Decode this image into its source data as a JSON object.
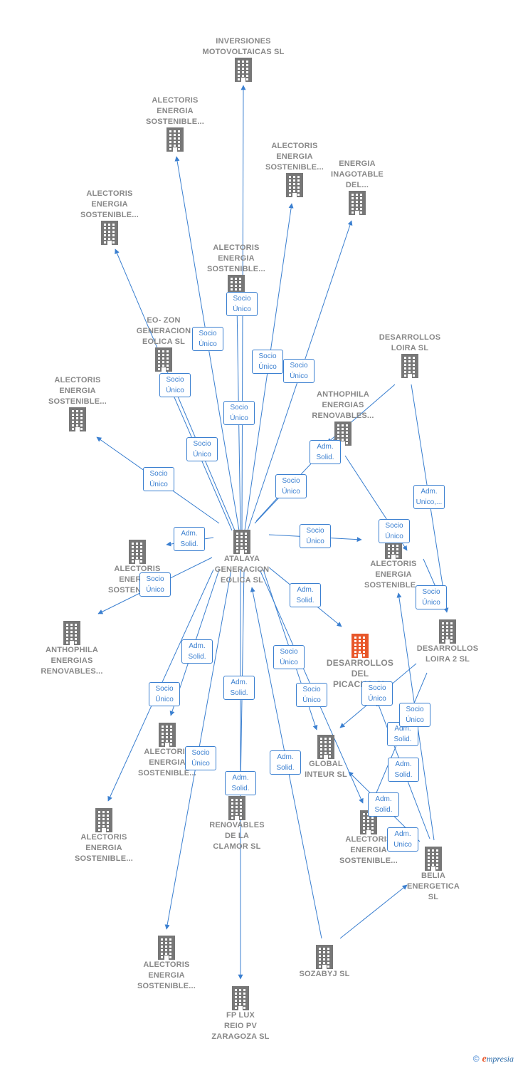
{
  "colors": {
    "edge": "#3a7fd0",
    "node": "#777777",
    "focus": "#e8572a",
    "label": "#888888"
  },
  "nodes": [
    {
      "id": "inversiones",
      "label": "INVERSIONES\nMOTOVOLTAICAS SL"
    },
    {
      "id": "alectoris1",
      "label": "ALECTORIS\nENERGIA\nSOSTENIBLE..."
    },
    {
      "id": "alectoris2",
      "label": "ALECTORIS\nENERGIA\nSOSTENIBLE..."
    },
    {
      "id": "energia_inagotable",
      "label": "ENERGIA\nINAGOTABLE\nDEL..."
    },
    {
      "id": "alectoris3",
      "label": "ALECTORIS\nENERGIA\nSOSTENIBLE..."
    },
    {
      "id": "alectoris4",
      "label": "ALECTORIS\nENERGIA\nSOSTENIBLE..."
    },
    {
      "id": "eozon",
      "label": "EO- ZON\nGENERACION\nEOLICA SL"
    },
    {
      "id": "desarrollos_loira",
      "label": "DESARROLLOS\nLOIRA SL"
    },
    {
      "id": "alectoris5",
      "label": "ALECTORIS\nENERGIA\nSOSTENIBLE..."
    },
    {
      "id": "anthophila1",
      "label": "ANTHOPHILA\nENERGIAS\nRENOVABLES..."
    },
    {
      "id": "atalaya",
      "label": "ATALAYA\nGENERACION\nEOLICA SL"
    },
    {
      "id": "alectoris6",
      "label": "ALECTORIS\nENERGIA\nSOSTENIBLE..."
    },
    {
      "id": "alectoris7",
      "label": "ALECTORIS\nENERGIA\nSOSTENIBLE..."
    },
    {
      "id": "anthophila2",
      "label": "ANTHOPHILA\nENERGIAS\nRENOVABLES..."
    },
    {
      "id": "desarrollos_picacho",
      "label": "DESARROLLOS\nDEL\nPICACHO SL"
    },
    {
      "id": "desarrollos_loira2",
      "label": "DESARROLLOS\nLOIRA 2 SL"
    },
    {
      "id": "alectoris8",
      "label": "ALECTORIS\nENERGIA\nSOSTENIBLE..."
    },
    {
      "id": "global_inteur",
      "label": "GLOBAL\nINTEUR SL"
    },
    {
      "id": "alectoris9",
      "label": "ALECTORIS\nENERGIA\nSOSTENIBLE..."
    },
    {
      "id": "renovables_clamor",
      "label": "RENOVABLES\nDE LA\nCLAMOR SL"
    },
    {
      "id": "alectoris10",
      "label": "ALECTORIS\nENERGIA\nSOSTENIBLE..."
    },
    {
      "id": "belia",
      "label": "BELIA\nENERGETICA\nSL"
    },
    {
      "id": "alectoris11",
      "label": "ALECTORIS\nENERGIA\nSOSTENIBLE..."
    },
    {
      "id": "sozabyj",
      "label": "SOZABYJ SL"
    },
    {
      "id": "fplux",
      "label": "FP LUX\nREIO PV\nZARAGOZA SL"
    }
  ],
  "edge_labels": [
    {
      "l1": "Socio",
      "l2": "Único"
    },
    {
      "l1": "Socio",
      "l2": "Único"
    },
    {
      "l1": "Socio",
      "l2": "Único"
    },
    {
      "l1": "Socio",
      "l2": "Único"
    },
    {
      "l1": "Socio",
      "l2": "Único"
    },
    {
      "l1": "Socio",
      "l2": "Único"
    },
    {
      "l1": "Socio",
      "l2": "Único"
    },
    {
      "l1": "Socio",
      "l2": "Único"
    },
    {
      "l1": "Adm.",
      "l2": "Solid."
    },
    {
      "l1": "Socio",
      "l2": "Único"
    },
    {
      "l1": "Adm.",
      "l2": "Unico,..."
    },
    {
      "l1": "Socio",
      "l2": "Único"
    },
    {
      "l1": "Socio",
      "l2": "Único"
    },
    {
      "l1": "Adm.",
      "l2": "Solid."
    },
    {
      "l1": "Socio",
      "l2": "Único"
    },
    {
      "l1": "Socio",
      "l2": "Único"
    },
    {
      "l1": "Adm.",
      "l2": "Solid."
    },
    {
      "l1": "Adm.",
      "l2": "Solid."
    },
    {
      "l1": "Socio",
      "l2": "Único"
    },
    {
      "l1": "Socio",
      "l2": "Único"
    },
    {
      "l1": "Socio",
      "l2": "Único"
    },
    {
      "l1": "Socio",
      "l2": "Único"
    },
    {
      "l1": "Adm.",
      "l2": "Solid."
    },
    {
      "l1": "Adm.",
      "l2": "Solid."
    },
    {
      "l1": "Adm.",
      "l2": "Solid."
    },
    {
      "l1": "Socio",
      "l2": "Único"
    },
    {
      "l1": "Adm.",
      "l2": "Solid."
    },
    {
      "l1": "Socio",
      "l2": "Único"
    },
    {
      "l1": "Adm.",
      "l2": "Solid."
    },
    {
      "l1": "Adm.",
      "l2": "Solid."
    },
    {
      "l1": "Adm.",
      "l2": "Unico"
    }
  ],
  "footer": {
    "copyright": "©",
    "brand_first": "e",
    "brand_rest": "mpresia"
  }
}
